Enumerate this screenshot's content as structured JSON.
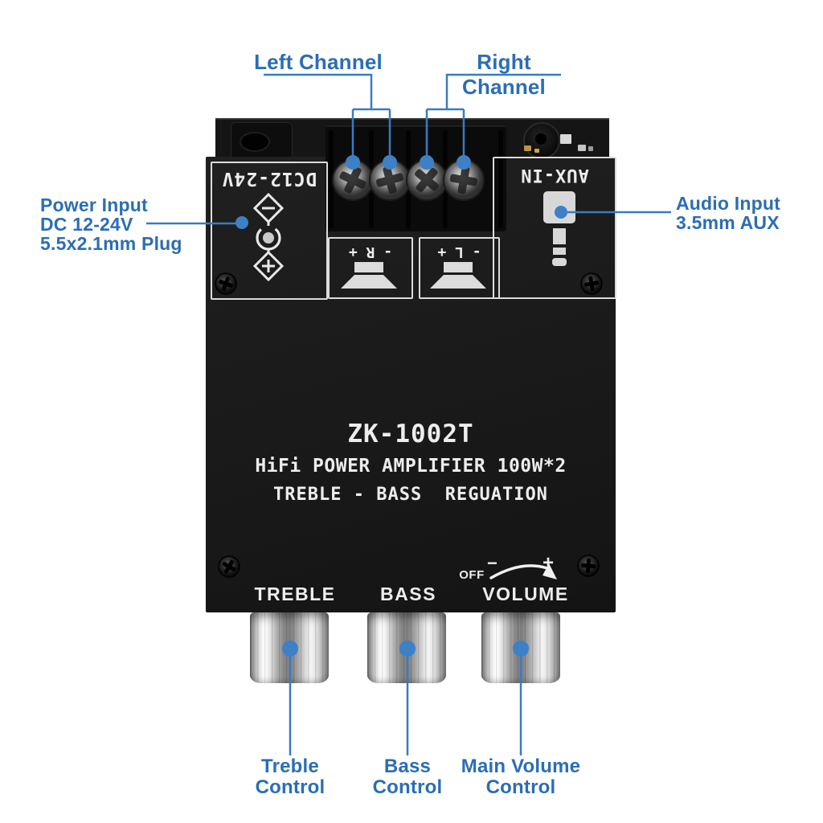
{
  "callouts": {
    "left_channel": "Left Channel",
    "right_channel": "Right Channel",
    "power_input": [
      "Power Input",
      "DC 12-24V",
      "5.5x2.1mm Plug"
    ],
    "audio_input": [
      "Audio Input",
      "3.5mm AUX"
    ],
    "treble_control": [
      "Treble",
      "Control"
    ],
    "bass_control": [
      "Bass",
      "Control"
    ],
    "main_volume_control": [
      "Main Volume",
      "Control"
    ]
  },
  "board": {
    "power_port_label": "DC12-24V",
    "aux_port_label": "AUX-IN",
    "right_channel_terminal": "- R +",
    "left_channel_terminal": "- L +",
    "model": "ZK-1002T",
    "title_line1": "HiFi POWER AMPLIFIER 100W*2",
    "title_line2": "TREBLE - BASS  REGUATION",
    "treble_label": "TREBLE",
    "bass_label": "BASS",
    "volume_label": "VOLUME",
    "off_label": "OFF",
    "minus": "−",
    "plus": "+"
  },
  "colors": {
    "background": "#ffffff",
    "label_blue": "#2b6db6",
    "line_blue": "#3a7bc2",
    "dot_blue": "#3d80c6",
    "panel_black": "#1a1a1a",
    "silkscreen_white": "#ededed"
  }
}
